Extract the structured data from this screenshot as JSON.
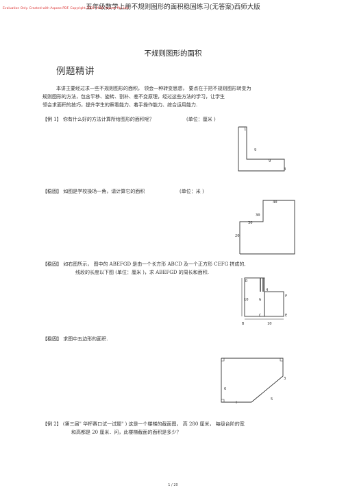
{
  "header": {
    "title": "五年级数学上册不规则图形的面积稳固练习(无答案)西师大版"
  },
  "watermark": {
    "text": "Evaluation Only. Created with Aspose.PDF. Copyright 2002-2020 Aspose Pty Ltd."
  },
  "main_title": "不规则图形的面积",
  "section_title": "例题精讲",
  "intro": {
    "line1": "本讲主要经过求一些不规则图形的面积，    领会一种转变思想，    要点在于把不规则图形转变为",
    "line2": "规则图形的方法，包含平移、旋转、割补、差不变原理，经过这些方法的学习，让学生",
    "line3": "领会求面积的技巧，提升学生的察看能力、着手操作能力、综合运用能力."
  },
  "q1": {
    "tag": "【例 1】",
    "text": "你有什么好的方法计算所给图形的面积呢？",
    "unit": "(单位：厘米  )",
    "labels": {
      "top": "1",
      "inner_v": "9",
      "inner_h": "9",
      "bottom_right": "3"
    }
  },
  "q2": {
    "tag": "【稳固】",
    "text": "如图是学校操场一角，请计算它的面积",
    "unit": "(单位：米 )",
    "labels": {
      "top": "40",
      "step_v": "30",
      "step_h": "30",
      "left": "20"
    }
  },
  "q3": {
    "tag": "【稳固】",
    "line1": "如右图所示，   图中的  ABEFGD 是由一个长方形  ABCD 及一个正方形  CEFG 拼成的,",
    "line2": "线段的长度以下图      (单位：厘米 )，求 ABEFGD 的周长和面积.",
    "labels": {
      "d": "D",
      "g": "G",
      "f": "F",
      "c": "C",
      "e": "E",
      "b": "B",
      "left": "10",
      "bottom": "10",
      "small": "4"
    }
  },
  "q4": {
    "tag": "【稳固】",
    "text": "求图中五边形的面积.",
    "labels": {
      "left": "6",
      "right": "3",
      "diag": "5"
    }
  },
  "q5": {
    "tag": "【例 2】",
    "line1": "(第三届\" 华杯赛口试一试题\" ) 这是一个楼梯的截面图，    高  280 厘米，    每级台阶的宽",
    "line2": "和高都是   20 厘米．问，此楼梯截面的面积是多少？"
  },
  "footer": {
    "page": "1 / 20"
  }
}
